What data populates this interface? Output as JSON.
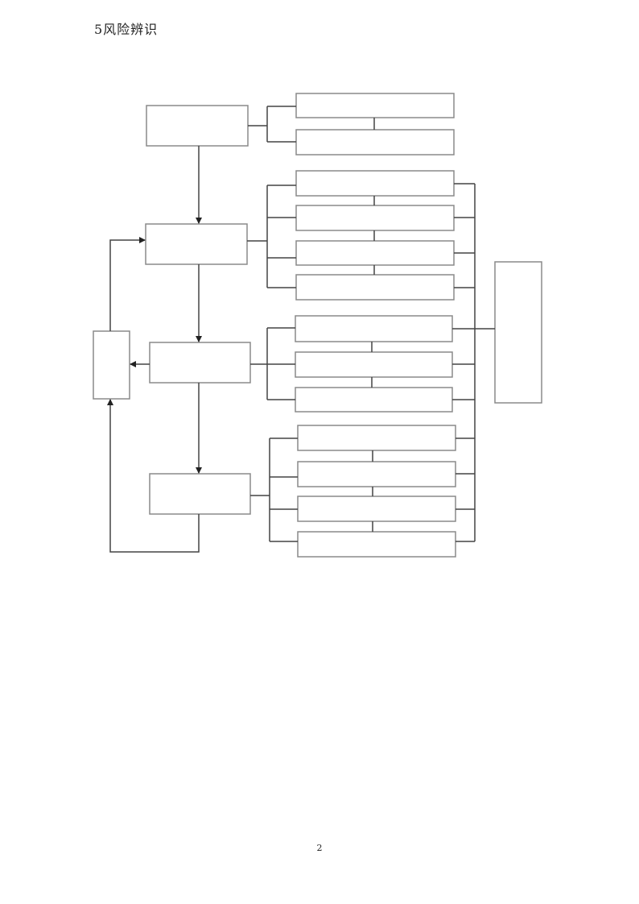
{
  "document": {
    "section_heading": "5风险辨识",
    "page_number": "2"
  },
  "diagram": {
    "type": "flowchart",
    "note": "",
    "colors": {
      "line": "#444444",
      "box_border": "#8a8a8a"
    }
  }
}
